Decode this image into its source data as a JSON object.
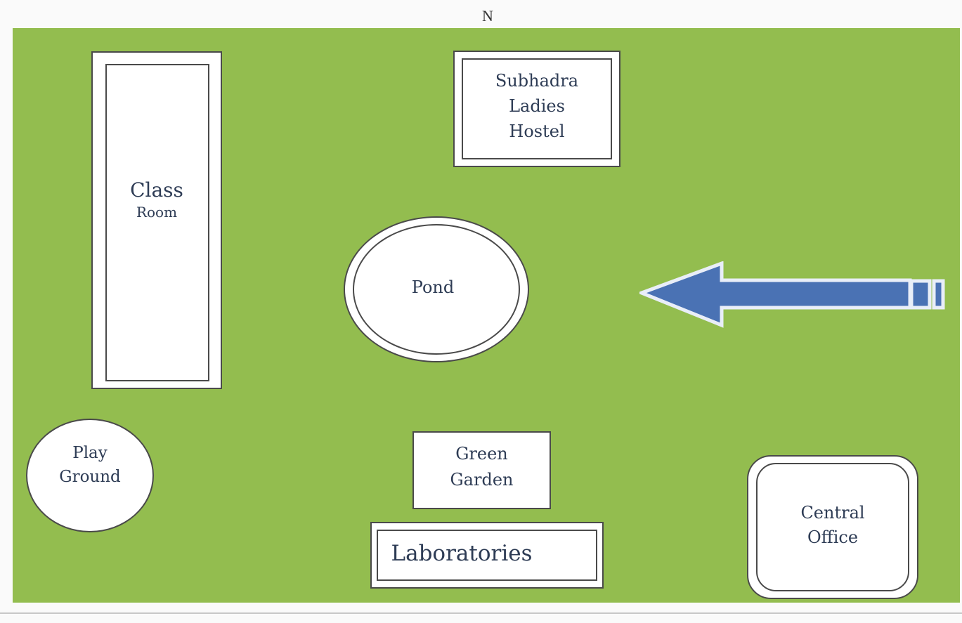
{
  "compass": {
    "north": "N"
  },
  "map": {
    "classroom": {
      "line1": "Class",
      "line2": "Room"
    },
    "hostel": {
      "line1": "Subhadra",
      "line2": "Ladies",
      "line3": "Hostel"
    },
    "pond": {
      "label": "Pond"
    },
    "playground": {
      "line1": "Play",
      "line2": "Ground"
    },
    "garden": {
      "line1": "Green",
      "line2": "Garden"
    },
    "laboratories": {
      "label": "Laboratories"
    },
    "office": {
      "line1": "Central",
      "line2": "Office"
    }
  },
  "colors": {
    "ground": "#93bd4f",
    "arrow": "#4a72b4",
    "outline": "#4a4a4a"
  }
}
